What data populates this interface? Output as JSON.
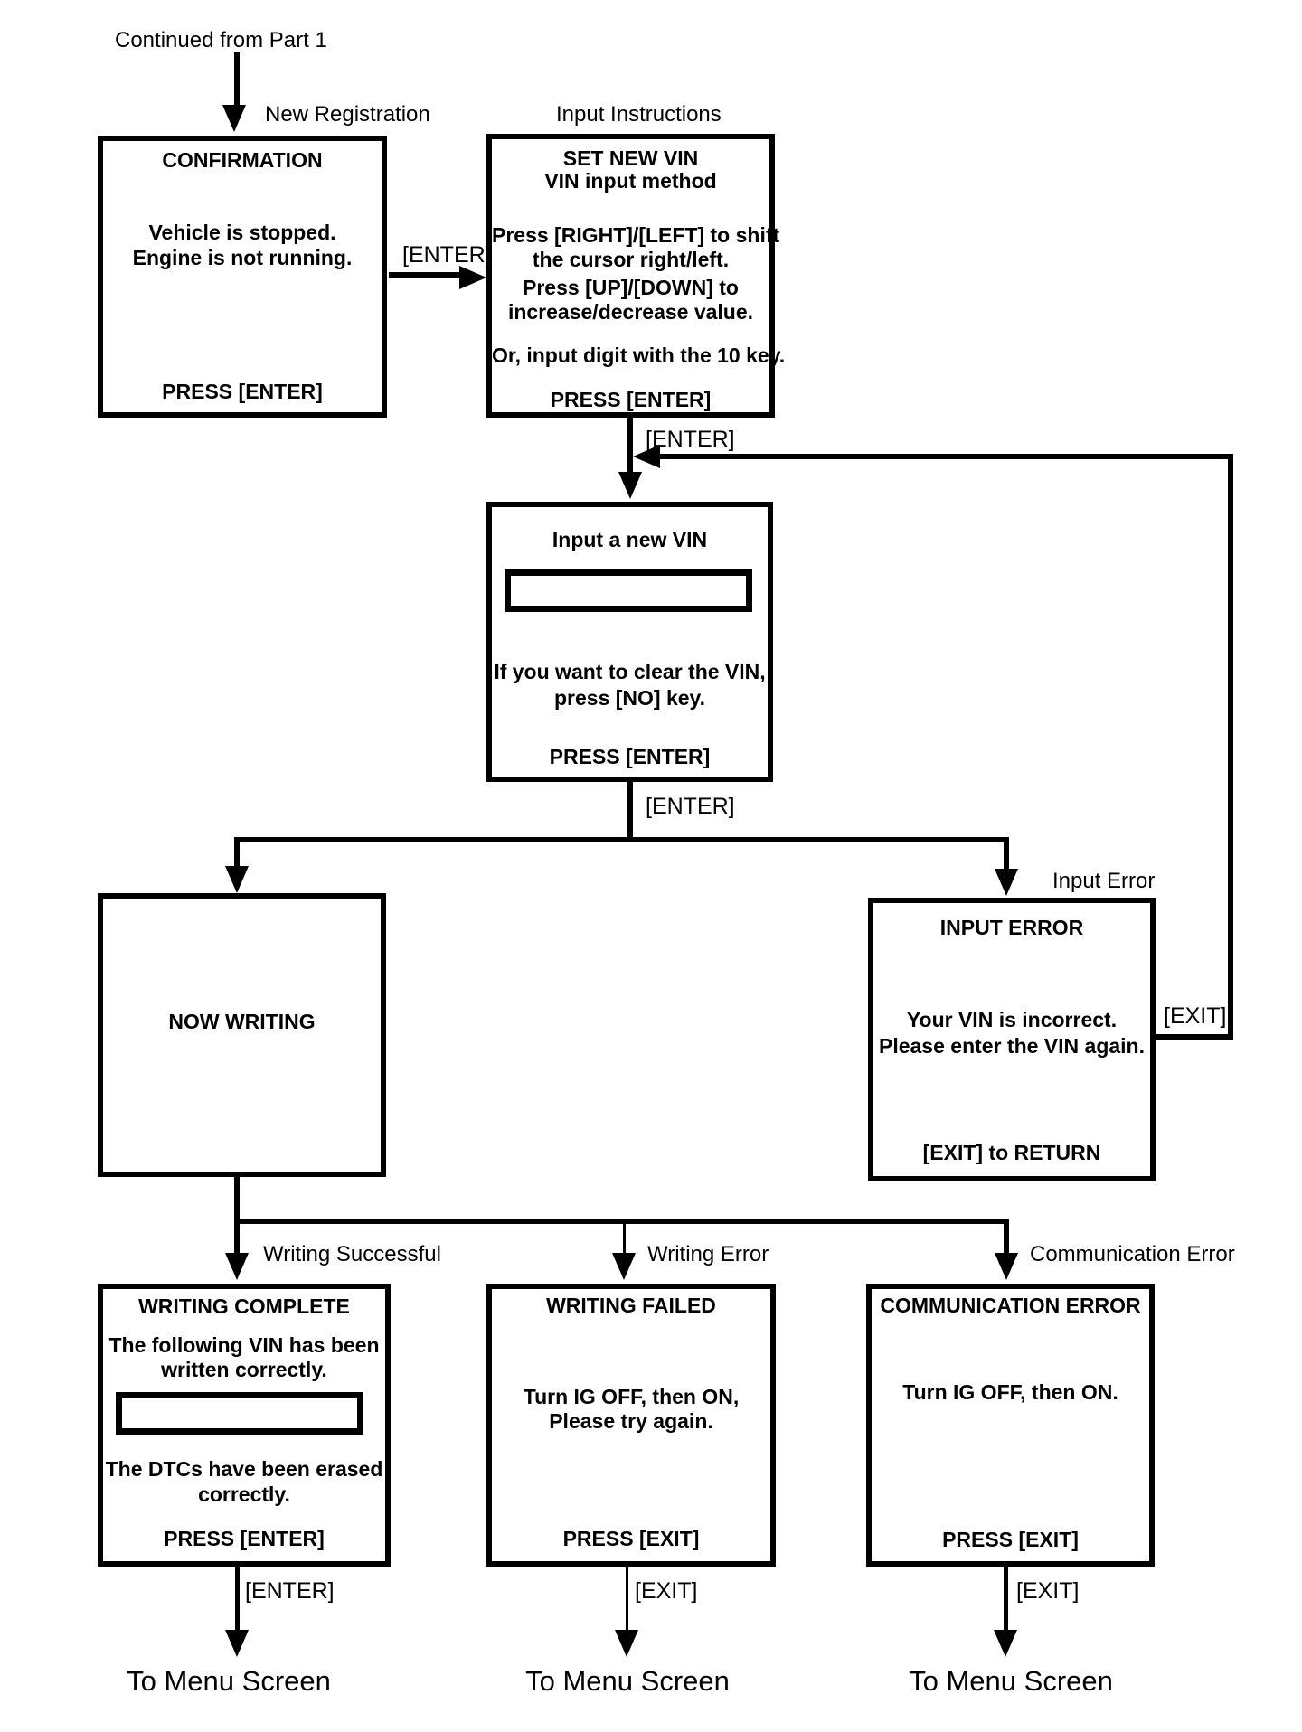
{
  "diagram": {
    "continued_from": "Continued from Part 1",
    "to_menu": [
      "To Menu Screen",
      "To Menu Screen",
      "To Menu Screen"
    ]
  },
  "tags": {
    "new_registration": "New Registration",
    "input_instructions": "Input Instructions",
    "input_error": "Input Error",
    "writing_successful": "Writing Successful",
    "writing_error": "Writing Error",
    "communication_error": "Communication Error"
  },
  "keys": {
    "enter_1": "[ENTER]",
    "enter_2": "[ENTER]",
    "enter_3": "[ENTER]",
    "enter_done": "[ENTER]",
    "exit_loop": "[EXIT]",
    "exit_failed": "[EXIT]",
    "exit_comm": "[EXIT]"
  },
  "screens": {
    "confirmation": {
      "title": "CONFIRMATION",
      "lines": [
        "Vehicle is stopped.",
        "Engine is not running."
      ],
      "action": "PRESS [ENTER]"
    },
    "set_new_vin": {
      "title": "SET NEW VIN",
      "subtitle": "VIN input method",
      "lines": [
        "Press [RIGHT]/[LEFT] to shift",
        "the cursor right/left.",
        "Press [UP]/[DOWN] to",
        "increase/decrease value.",
        "Or, input digit with the 10 key."
      ],
      "action": "PRESS [ENTER]"
    },
    "input_new_vin": {
      "title": "Input a new VIN",
      "vin_field_value": "",
      "lines": [
        "If you want to clear the VIN,",
        "press [NO] key."
      ],
      "action": "PRESS [ENTER]"
    },
    "now_writing": {
      "title": "NOW WRITING"
    },
    "input_error": {
      "title": "INPUT ERROR",
      "lines": [
        "Your VIN is incorrect.",
        "Please enter the VIN again."
      ],
      "action": "[EXIT] to RETURN"
    },
    "writing_complete": {
      "title": "WRITING COMPLETE",
      "lines_top": [
        "The following VIN has been",
        "written correctly."
      ],
      "vin_field_value": "",
      "lines_bottom": [
        "The DTCs have been erased",
        "correctly."
      ],
      "action": "PRESS [ENTER]"
    },
    "writing_failed": {
      "title": "WRITING FAILED",
      "lines": [
        "Turn IG OFF, then ON,",
        "Please try again."
      ],
      "action": "PRESS [EXIT]"
    },
    "communication_error": {
      "title": "COMMUNICATION ERROR",
      "lines": [
        "Turn IG OFF, then ON."
      ],
      "action": "PRESS [EXIT]"
    }
  }
}
